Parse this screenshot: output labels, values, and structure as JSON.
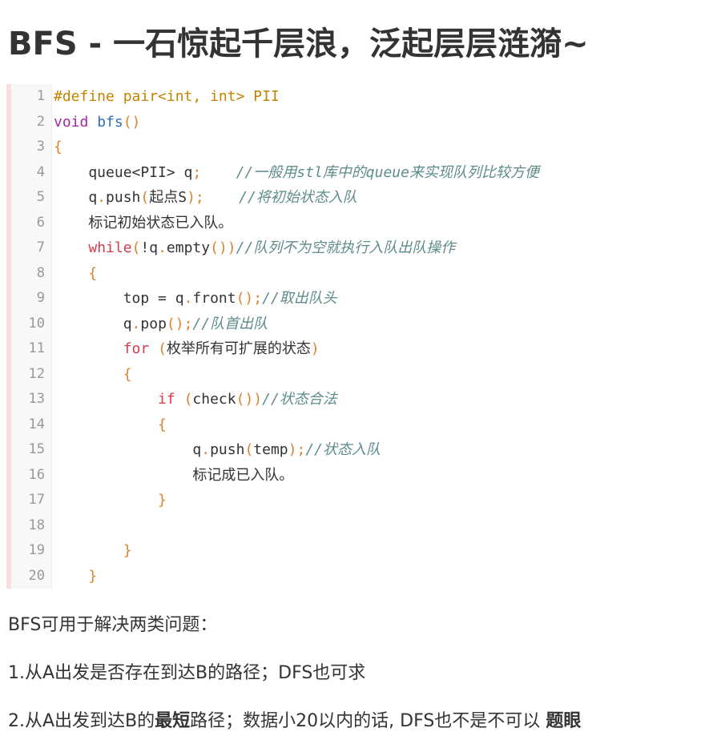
{
  "title": "BFS - 一石惊起千层浪，泛起层层涟漪~",
  "code": {
    "lines": [
      {
        "n": "1",
        "tokens": [
          {
            "c": "t-meta",
            "t": "#define pair<int, int> PII"
          }
        ]
      },
      {
        "n": "2",
        "tokens": [
          {
            "c": "t-kw",
            "t": "void"
          },
          {
            "c": "t-plain",
            "t": " "
          },
          {
            "c": "t-fn",
            "t": "bfs"
          },
          {
            "c": "t-punc",
            "t": "()"
          }
        ]
      },
      {
        "n": "3",
        "tokens": [
          {
            "c": "t-punc",
            "t": "{"
          }
        ]
      },
      {
        "n": "4",
        "tokens": [
          {
            "c": "t-plain",
            "t": "    queue<PII> q"
          },
          {
            "c": "t-punc",
            "t": ";"
          },
          {
            "c": "t-plain",
            "t": "    "
          },
          {
            "c": "t-com",
            "t": "//一般用stl库中的queue来实现队列比较方便"
          }
        ]
      },
      {
        "n": "5",
        "tokens": [
          {
            "c": "t-plain",
            "t": "    q"
          },
          {
            "c": "t-punc",
            "t": "."
          },
          {
            "c": "t-plain",
            "t": "push"
          },
          {
            "c": "t-punc",
            "t": "("
          },
          {
            "c": "t-plain",
            "t": "起点S"
          },
          {
            "c": "t-punc",
            "t": ");"
          },
          {
            "c": "t-plain",
            "t": "    "
          },
          {
            "c": "t-com",
            "t": "//将初始状态入队"
          }
        ]
      },
      {
        "n": "6",
        "tokens": [
          {
            "c": "t-plain",
            "t": "    标记初始状态已入队。"
          }
        ]
      },
      {
        "n": "7",
        "tokens": [
          {
            "c": "t-plain",
            "t": "    "
          },
          {
            "c": "t-kw2",
            "t": "while"
          },
          {
            "c": "t-punc",
            "t": "("
          },
          {
            "c": "t-plain",
            "t": "!q"
          },
          {
            "c": "t-punc",
            "t": "."
          },
          {
            "c": "t-plain",
            "t": "empty"
          },
          {
            "c": "t-punc",
            "t": "())"
          },
          {
            "c": "t-com",
            "t": "//队列不为空就执行入队出队操作"
          }
        ]
      },
      {
        "n": "8",
        "tokens": [
          {
            "c": "t-plain",
            "t": "    "
          },
          {
            "c": "t-punc",
            "t": "{"
          }
        ]
      },
      {
        "n": "9",
        "tokens": [
          {
            "c": "t-plain",
            "t": "        top = q"
          },
          {
            "c": "t-punc",
            "t": "."
          },
          {
            "c": "t-plain",
            "t": "front"
          },
          {
            "c": "t-punc",
            "t": "();"
          },
          {
            "c": "t-com",
            "t": "//取出队头"
          }
        ]
      },
      {
        "n": "10",
        "tokens": [
          {
            "c": "t-plain",
            "t": "        q"
          },
          {
            "c": "t-punc",
            "t": "."
          },
          {
            "c": "t-plain",
            "t": "pop"
          },
          {
            "c": "t-punc",
            "t": "();"
          },
          {
            "c": "t-com",
            "t": "//队首出队"
          }
        ]
      },
      {
        "n": "11",
        "tokens": [
          {
            "c": "t-plain",
            "t": "        "
          },
          {
            "c": "t-kw2",
            "t": "for"
          },
          {
            "c": "t-plain",
            "t": " "
          },
          {
            "c": "t-punc",
            "t": "("
          },
          {
            "c": "t-plain",
            "t": "枚举所有可扩展的状态"
          },
          {
            "c": "t-punc",
            "t": ")"
          }
        ]
      },
      {
        "n": "12",
        "tokens": [
          {
            "c": "t-plain",
            "t": "        "
          },
          {
            "c": "t-punc",
            "t": "{"
          }
        ]
      },
      {
        "n": "13",
        "tokens": [
          {
            "c": "t-plain",
            "t": "            "
          },
          {
            "c": "t-kw2",
            "t": "if"
          },
          {
            "c": "t-plain",
            "t": " "
          },
          {
            "c": "t-punc",
            "t": "("
          },
          {
            "c": "t-plain",
            "t": "check"
          },
          {
            "c": "t-punc",
            "t": "())"
          },
          {
            "c": "t-com",
            "t": "//状态合法"
          }
        ]
      },
      {
        "n": "14",
        "tokens": [
          {
            "c": "t-plain",
            "t": "            "
          },
          {
            "c": "t-punc",
            "t": "{"
          }
        ]
      },
      {
        "n": "15",
        "tokens": [
          {
            "c": "t-plain",
            "t": "                q"
          },
          {
            "c": "t-punc",
            "t": "."
          },
          {
            "c": "t-plain",
            "t": "push"
          },
          {
            "c": "t-punc",
            "t": "("
          },
          {
            "c": "t-plain",
            "t": "temp"
          },
          {
            "c": "t-punc",
            "t": ");"
          },
          {
            "c": "t-com",
            "t": "//状态入队"
          }
        ]
      },
      {
        "n": "16",
        "tokens": [
          {
            "c": "t-plain",
            "t": "                标记成已入队。"
          }
        ]
      },
      {
        "n": "17",
        "tokens": [
          {
            "c": "t-plain",
            "t": "            "
          },
          {
            "c": "t-punc",
            "t": "}"
          }
        ]
      },
      {
        "n": "18",
        "tokens": []
      },
      {
        "n": "19",
        "tokens": [
          {
            "c": "t-plain",
            "t": "        "
          },
          {
            "c": "t-punc",
            "t": "}"
          }
        ]
      },
      {
        "n": "20",
        "tokens": [
          {
            "c": "t-plain",
            "t": "    "
          },
          {
            "c": "t-punc",
            "t": "}"
          }
        ]
      }
    ]
  },
  "paragraphs": {
    "p1": "BFS可用于解决两类问题：",
    "p2": "1.从A出发是否存在到达B的路径；DFS也可求",
    "p3_pre": "2.从A出发到达B的",
    "p3_bold": "最短",
    "p3_post": "路径；数据小20以内的话, DFS也不是不可以 ",
    "p3_tail": "题眼"
  }
}
